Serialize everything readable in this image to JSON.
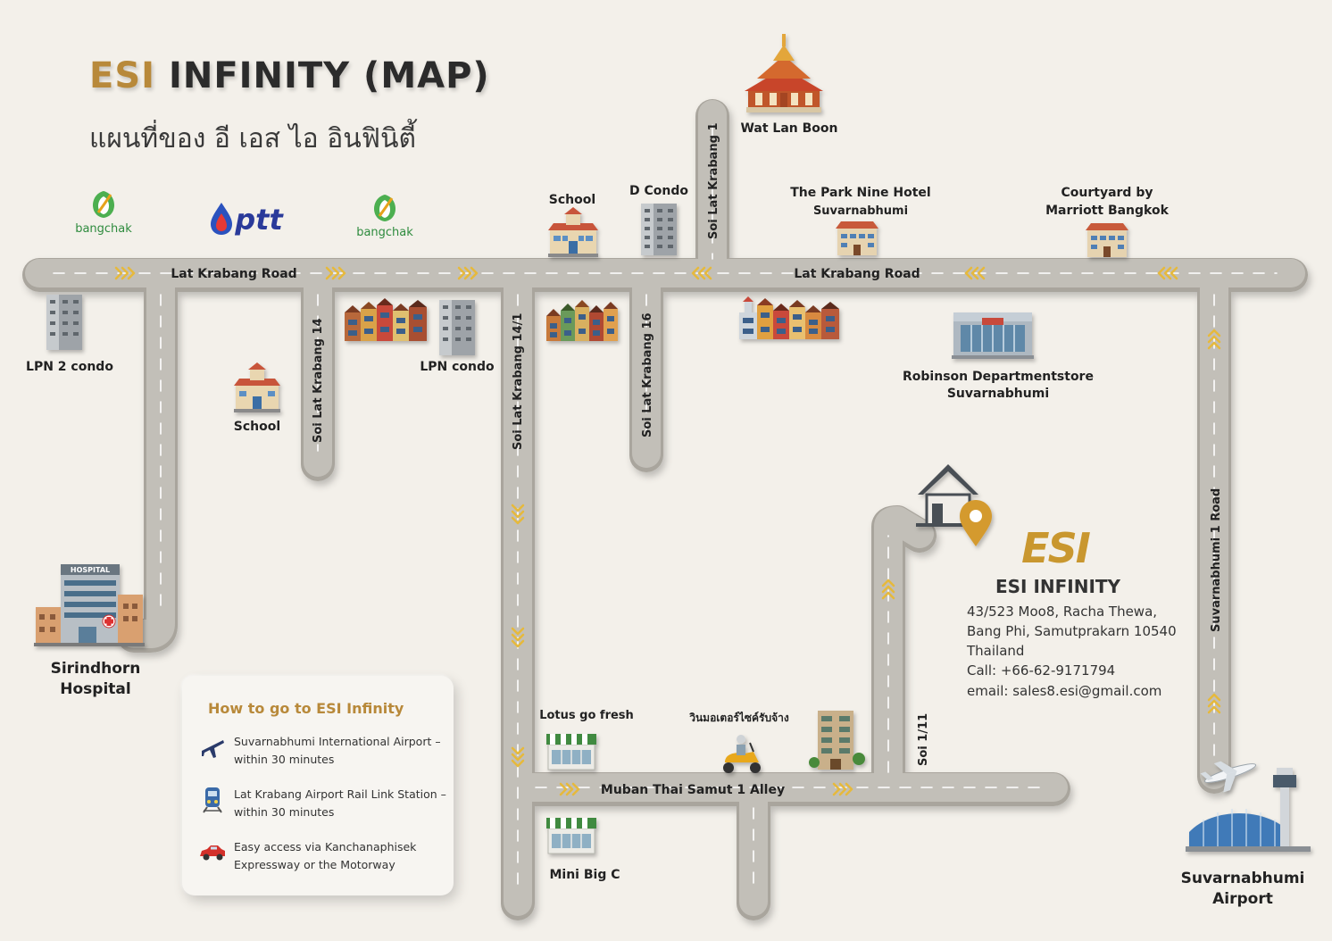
{
  "title": {
    "brand": "ESI",
    "rest": "INFINITY (MAP)"
  },
  "subtitle": "แผนที่ของ อี เอส ไอ อินฟินิตี้",
  "roads": {
    "lat_krabang_w": "Lat Krabang Road",
    "lat_krabang_e": "Lat Krabang Road",
    "soi_14": "Soi Lat Krabang 14",
    "soi_14_1": "Soi Lat Krabang 14/1",
    "soi_16": "Soi Lat Krabang 16",
    "soi_1": "Soi Lat Krabang 1",
    "suvarnabhumi_1": "Suvarnabhumi 1 Road",
    "muban": "Muban Thai Samut 1 Alley",
    "soi_1_11": "Soi 1/11"
  },
  "brands": {
    "bangchak_1": "bangchak",
    "ptt": "ptt",
    "bangchak_2": "bangchak"
  },
  "places": {
    "wat": "Wat Lan Boon",
    "school_top": "School",
    "d_condo": "D Condo",
    "park_nine_1": "The Park Nine Hotel",
    "park_nine_2": "Suvarnabhumi",
    "courtyard_1": "Courtyard by",
    "courtyard_2": "Marriott Bangkok",
    "lpn2": "LPN 2 condo",
    "lpn": "LPN condo",
    "school_left": "School",
    "robinson_1": "Robinson Departmentstore",
    "robinson_2": "Suvarnabhumi",
    "hospital_1": "Sirindhorn",
    "hospital_2": "Hospital",
    "hospital_sign": "HOSPITAL",
    "lotus": "Lotus go fresh",
    "motorbike": "วินมอเตอร์ไซค์รับจ้าง",
    "mini_big_c": "Mini Big C",
    "airport_1": "Suvarnabhumi",
    "airport_2": "Airport"
  },
  "esi": {
    "logo": "ESI",
    "name": "ESI INFINITY",
    "address": [
      "43/523 Moo8, Racha Thewa,",
      "Bang Phi, Samutprakarn 10540",
      "Thailand",
      "Call: +66-62-9171794",
      "email: sales8.esi@gmail.com"
    ]
  },
  "legend": {
    "title": "How to go to ESI Infinity",
    "items": [
      {
        "icon": "airplane-icon",
        "line1": "Suvarnabhumi International Airport –",
        "line2": "within 30 minutes"
      },
      {
        "icon": "train-icon",
        "line1": "Lat Krabang Airport Rail Link Station –",
        "line2": "within 30 minutes"
      },
      {
        "icon": "car-icon",
        "line1": "Easy access via Kanchanaphisek",
        "line2": "Expressway or the Motorway"
      }
    ]
  },
  "colors": {
    "road": "#bdbab3",
    "road_edge": "#a9a59d",
    "gold": "#b8893a",
    "bg": "#f3f0ea",
    "dash": "#ffffff",
    "arrow": "#e6b93c"
  }
}
